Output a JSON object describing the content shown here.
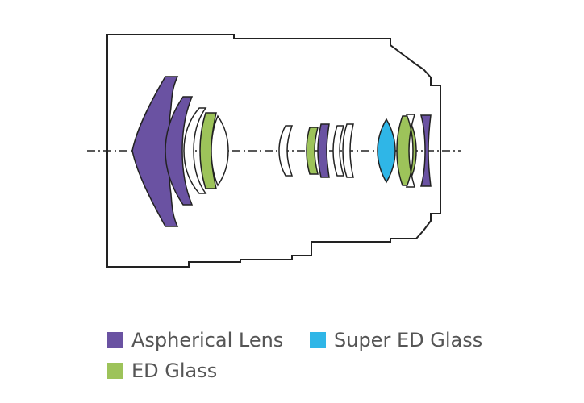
{
  "colors": {
    "aspherical": "#6a52a2",
    "ed": "#9dc35a",
    "super_ed": "#2fb6e7",
    "outline": "#222222",
    "text": "#555555"
  },
  "legend": {
    "aspherical_label": "Aspherical Lens",
    "super_ed_label": "Super ED Glass",
    "ed_label": "ED Glass"
  }
}
